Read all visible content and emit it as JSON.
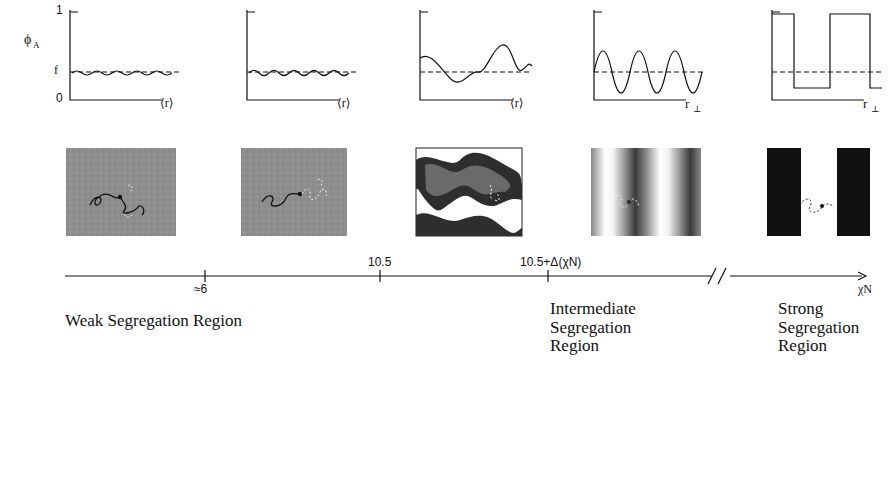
{
  "diagram": {
    "labels": [
      "1",
      "ϕ",
      "A",
      "f",
      "0",
      "⟨r⟩",
      "⟨r⟩",
      "⟨r⟩",
      "r",
      "⊥",
      "r",
      "⊥",
      "≈6",
      "10.5",
      "10.5+Δ(χN)",
      "χN",
      "Weak Segregation Region",
      "Intermediate Segregation Region",
      "Strong Segregation Region"
    ]
  }
}
